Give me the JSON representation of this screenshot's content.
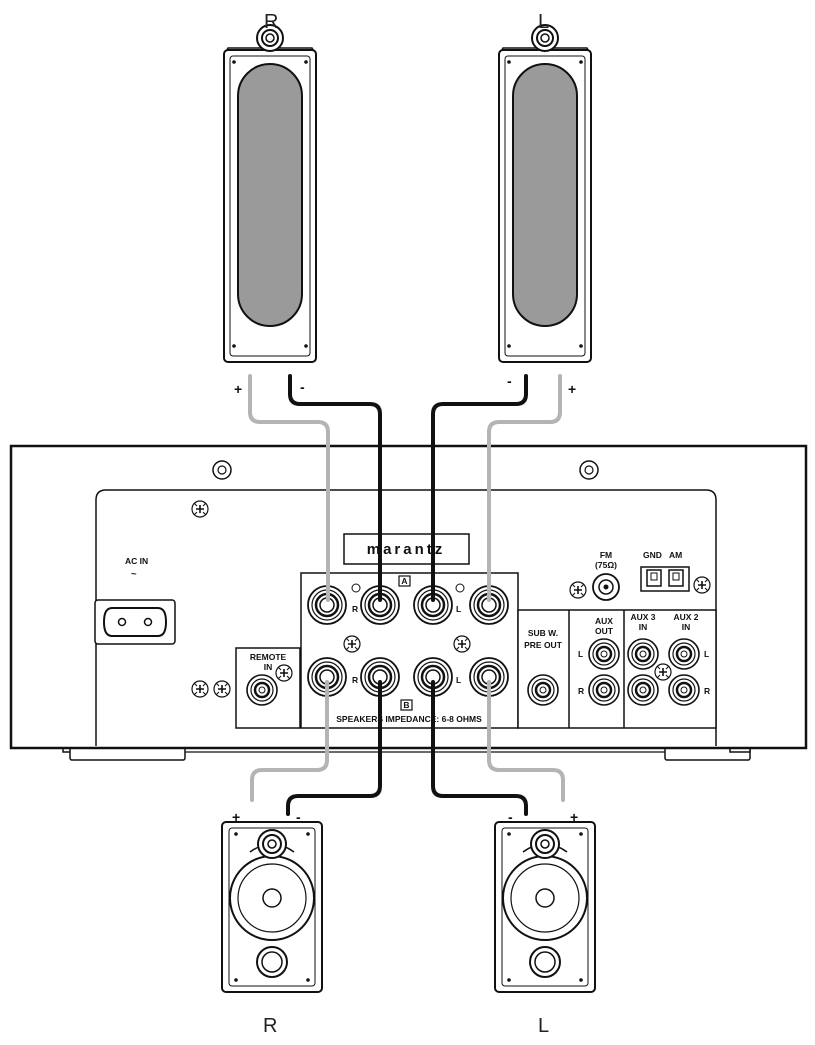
{
  "labels": {
    "tower_right": "R",
    "tower_left": "L",
    "bookshelf_right": "R",
    "bookshelf_left": "L",
    "plus": "+",
    "minus": "-"
  },
  "panel": {
    "brand": "marantz",
    "ac_in": "AC IN",
    "ac_symbol": "~",
    "fm": "FM",
    "fm_ohm": "(75Ω)",
    "gnd": "GND",
    "am": "AM",
    "terminal_a": "A",
    "terminal_b": "B",
    "r": "R",
    "l": "L",
    "remote_in_1": "REMOTE",
    "remote_in_2": "IN",
    "speakers_impedance": "SPEAKERS IMPEDANCE: 6-8 OHMS",
    "subw_1": "SUB W.",
    "subw_2": "PRE OUT",
    "aux_out_1": "AUX",
    "aux_out_2": "OUT",
    "aux3_1": "AUX 3",
    "aux3_2": "IN",
    "aux2_1": "AUX 2",
    "aux2_2": "IN"
  },
  "colors": {
    "positive_wire": "#b4b4b4",
    "negative_wire": "#111111",
    "grille": "#9a9a9a"
  }
}
